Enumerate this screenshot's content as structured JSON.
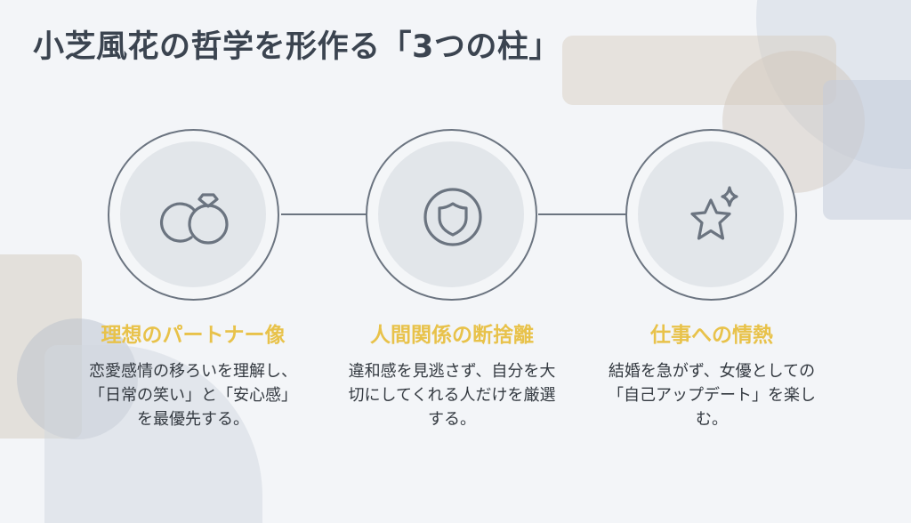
{
  "title": "小芝風花の哲学を形作る「3つの柱」",
  "colors": {
    "background": "#f3f5f8",
    "title": "#3b4450",
    "heading_accent": "#e8c24a",
    "body_text": "#333940",
    "line_icon": "#6b7480"
  },
  "pillars": [
    {
      "icon": "wedding-rings-icon",
      "heading": "理想のパートナー像",
      "description_lines": [
        "恋愛感情の移ろいを理解し、",
        "「日常の笑い」と「安心感」",
        "を最優先する。"
      ]
    },
    {
      "icon": "shield-icon",
      "heading": "人間関係の断捨離",
      "description_lines": [
        "違和感を見逃さず、自分を大",
        "切にしてくれる人だけを厳選",
        "する。"
      ]
    },
    {
      "icon": "star-sparkle-icon",
      "heading": "仕事への情熱",
      "description_lines": [
        "結婚を急がず、女優としての",
        "「自己アップデート」を楽し",
        "む。"
      ]
    }
  ]
}
